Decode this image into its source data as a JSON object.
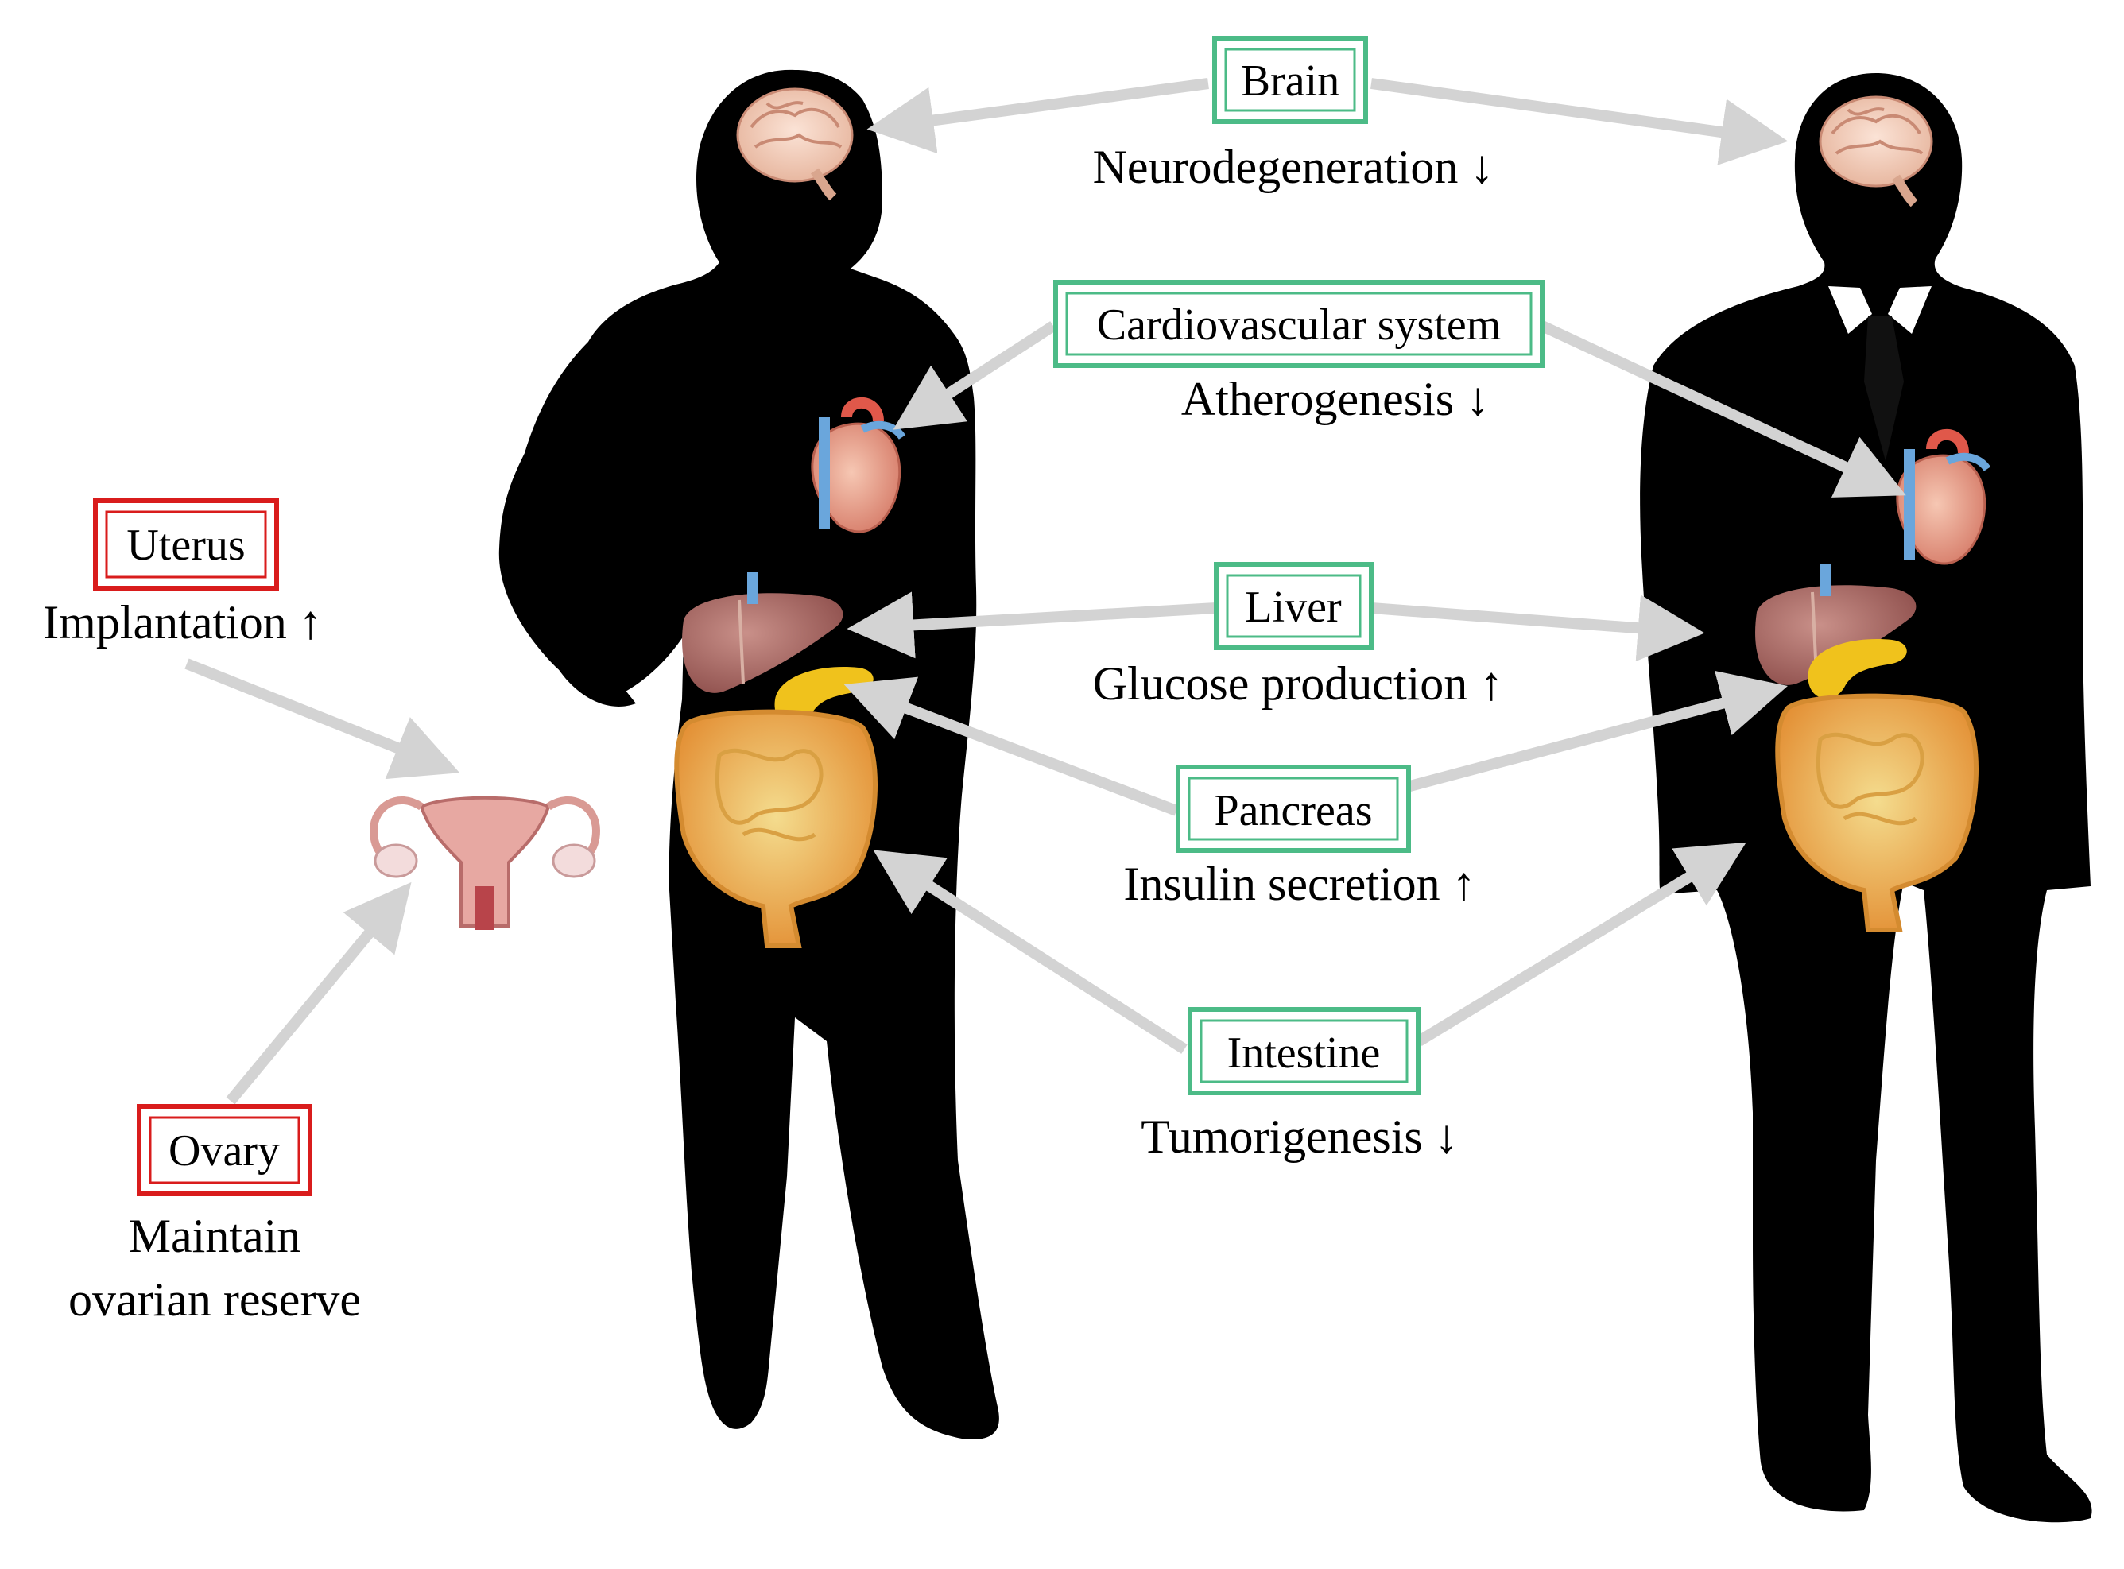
{
  "colors": {
    "female_organ_box": "#d91c1c",
    "shared_organ_box": "#4cbb87",
    "arrow": "#d3d3d3",
    "silhouette": "#000000"
  },
  "female_only": {
    "uterus": {
      "label": "Uterus",
      "effect": "Implantation ↑"
    },
    "ovary": {
      "label": "Ovary",
      "effect_line1": "Maintain",
      "effect_line2": "ovarian reserve"
    }
  },
  "shared": {
    "brain": {
      "label": "Brain",
      "effect": "Neurodegeneration ↓"
    },
    "cardiovascular": {
      "label": "Cardiovascular system",
      "effect": "Atherogenesis ↓"
    },
    "liver": {
      "label": "Liver",
      "effect": "Glucose production ↑"
    },
    "pancreas": {
      "label": "Pancreas",
      "effect": "Insulin secretion ↑"
    },
    "intestine": {
      "label": "Intestine",
      "effect": "Tumorigenesis ↓"
    }
  },
  "icons": [
    "female-silhouette-icon",
    "male-silhouette-icon",
    "brain-icon",
    "heart-icon",
    "liver-icon",
    "pancreas-icon",
    "intestine-icon",
    "uterus-icon"
  ]
}
